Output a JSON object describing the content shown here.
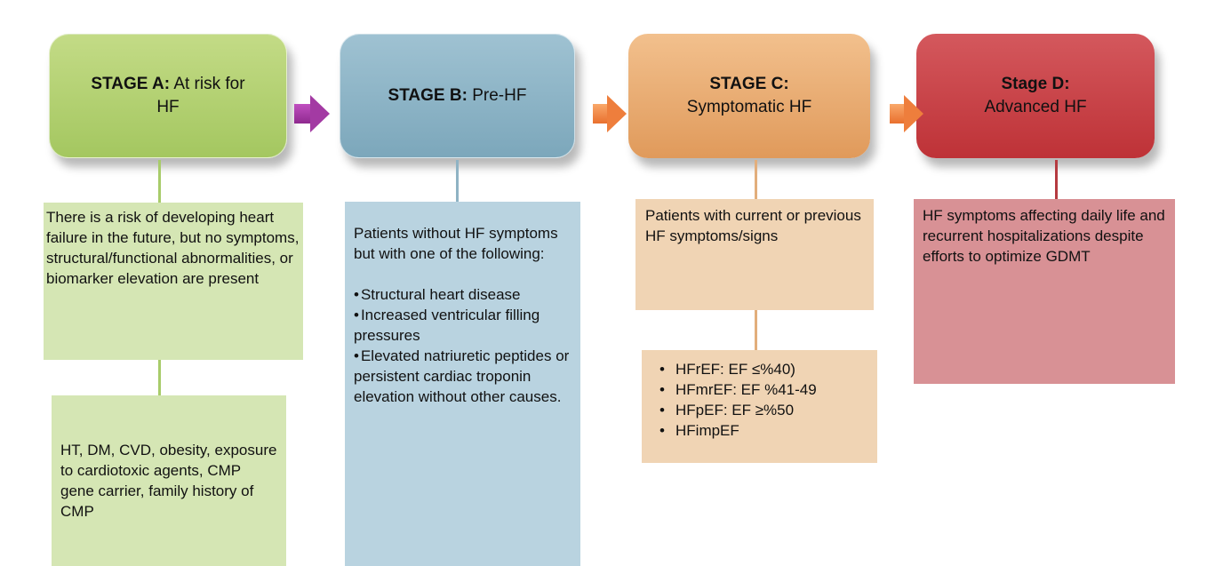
{
  "stages": {
    "a": {
      "label": "STAGE A:",
      "title": "At risk for",
      "title2": "HF"
    },
    "b": {
      "label": "STAGE B:",
      "title": "Pre-HF"
    },
    "c": {
      "label": "STAGE C:",
      "title": "Symptomatic HF"
    },
    "d": {
      "label": "Stage D:",
      "title": "Advanced HF"
    }
  },
  "stage_a_description": "There is a risk of developing heart failure in the future, but no symptoms, structural/functional abnormalities, or biomarker elevation are present",
  "stage_a_risk_factors": "HT, DM, CVD, obesity, exposure to cardiotoxic agents, CMP gene carrier, family history of CMP",
  "stage_b_intro": "Patients without HF symptoms but with one of the following:",
  "stage_b_criteria": [
    "Structural heart disease",
    "Increased ventricular filling pressures",
    "Elevated natriuretic peptides or persistent cardiac troponin elevation without other causes."
  ],
  "stage_c_description": "Patients with current or previous HF symptoms/signs",
  "stage_c_types": [
    "HFrEF: EF ≤%40)",
    "HFmrEF: EF %41-49",
    "HFpEF: EF ≥%50",
    "HFimpEF"
  ],
  "stage_d_description": "HF symptoms affecting daily life and recurrent hospitalizations despite efforts to optimize GDMT",
  "colors": {
    "stage_a": "#a4c760",
    "stage_b": "#7ca7bb",
    "stage_c": "#e09a5b",
    "stage_d": "#be3237",
    "arrow_ab": "#a33aa3",
    "arrow_orange": "#ee7e3c"
  }
}
